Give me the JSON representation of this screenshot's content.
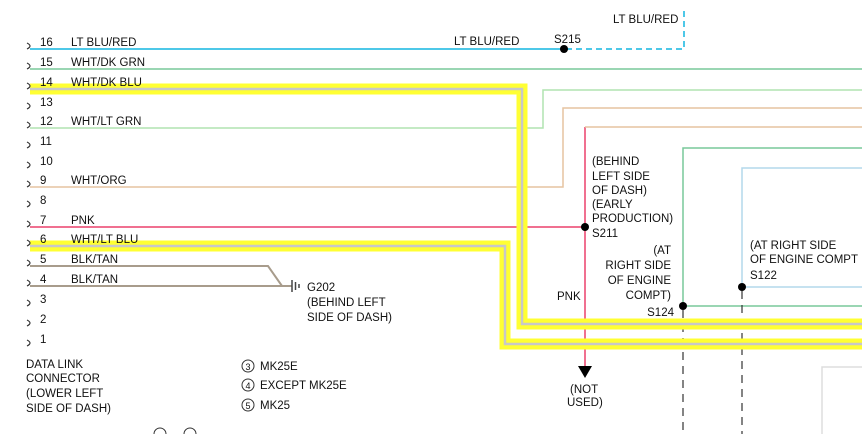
{
  "colors": {
    "lt_blu_red": "#4ec8e8",
    "dk_grn": "#78c89a",
    "dk_blu": "#5c7ec0",
    "lt_grn": "#b0e4b0",
    "org": "#e6c4a0",
    "pnk": "#f07090",
    "lt_blu": "#b4d8ec",
    "tan": "#a89c8c",
    "highlight": "#ffff33",
    "highlight_core": "#c8c8c8",
    "ground": "#444444"
  },
  "connector": {
    "pins": [
      {
        "number": "16",
        "label": "LT BLU/RED"
      },
      {
        "number": "15",
        "label": "WHT/DK GRN"
      },
      {
        "number": "14",
        "label": "WHT/DK BLU"
      },
      {
        "number": "13",
        "label": ""
      },
      {
        "number": "12",
        "label": "WHT/LT GRN"
      },
      {
        "number": "11",
        "label": ""
      },
      {
        "number": "10",
        "label": ""
      },
      {
        "number": "9",
        "label": "WHT/ORG"
      },
      {
        "number": "8",
        "label": ""
      },
      {
        "number": "7",
        "label": "PNK"
      },
      {
        "number": "6",
        "label": "WHT/LT BLU"
      },
      {
        "number": "5",
        "label": "BLK/TAN"
      },
      {
        "number": "4",
        "label": "BLK/TAN"
      },
      {
        "number": "3",
        "label": ""
      },
      {
        "number": "2",
        "label": ""
      },
      {
        "number": "1",
        "label": ""
      }
    ],
    "title": [
      "DATA LINK",
      "CONNECTOR",
      "(LOWER LEFT",
      "SIDE OF DASH)"
    ]
  },
  "labels": {
    "top_wire": "LT BLU/RED",
    "mid_wire": "LT BLU/RED",
    "s215": "S215",
    "s211_note": [
      "(BEHIND",
      "LEFT SIDE",
      "OF DASH)",
      "(EARLY",
      "PRODUCTION)"
    ],
    "s211": "S211",
    "s124_note": [
      "(AT",
      "RIGHT SIDE",
      "OF ENGINE",
      "COMPT)"
    ],
    "s124": "S124",
    "s122_note": [
      "(AT RIGHT SIDE",
      "OF ENGINE COMPT"
    ],
    "s122": "S122",
    "pnk": "PNK",
    "not_used": [
      "(NOT",
      "USED)"
    ],
    "g202": "G202",
    "g202_note": [
      "(BEHIND LEFT",
      "SIDE OF DASH)"
    ]
  },
  "notes": [
    {
      "num": "3",
      "text": "MK25E"
    },
    {
      "num": "4",
      "text": "EXCEPT MK25E"
    },
    {
      "num": "5",
      "text": "MK25"
    }
  ]
}
